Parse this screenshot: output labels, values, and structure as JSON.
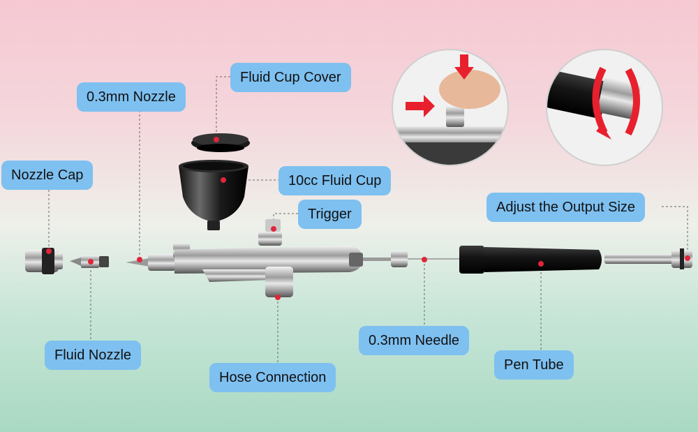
{
  "labels": {
    "nozzle_03mm": "0.3mm Nozzle",
    "fluid_cup_cover": "Fluid Cup Cover",
    "nozzle_cap": "Nozzle Cap",
    "fluid_cup_10cc": "10cc Fluid Cup",
    "trigger": "Trigger",
    "adjust_output_size": "Adjust the Output Size",
    "fluid_nozzle": "Fluid Nozzle",
    "hose_connection": "Hose Connection",
    "needle_03mm": "0.3mm Needle",
    "pen_tube": "Pen Tube"
  },
  "colors": {
    "label_fill": "#7ec0f0",
    "marker_dot": "#e0263a",
    "arrow": "#e8202e",
    "leader_line": "#666666"
  }
}
